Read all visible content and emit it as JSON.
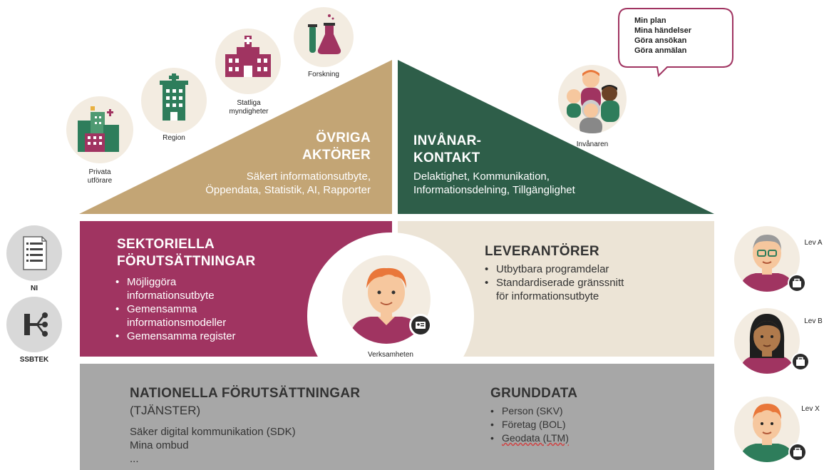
{
  "top_left": {
    "title_line1": "ÖVRIGA",
    "title_line2": "AKTÖRER",
    "desc_line1": "Säkert informationsutbyte,",
    "desc_line2": "Öppendata, Statistik, AI, Rapporter"
  },
  "top_right": {
    "title_line1": "INVÅNAR-",
    "title_line2": "KONTAKT",
    "desc_line1": "Delaktighet, Kommunikation,",
    "desc_line2": "Informationsdelning, Tillgänglighet"
  },
  "actors": {
    "privata_line1": "Privata",
    "privata_line2": "utförare",
    "region": "Region",
    "statliga_line1": "Statliga",
    "statliga_line2": "myndigheter",
    "forskning": "Forskning",
    "invanaren": "Invånaren"
  },
  "speech_bubble": [
    "Min plan",
    "Mina händelser",
    "Göra ansökan",
    "Göra anmälan"
  ],
  "sektoriella": {
    "title_line1": "SEKTORIELLA",
    "title_line2": "FÖRUTSÄTTNINGAR",
    "items": [
      "Möjliggöra",
      "informationsutbyte",
      "Gemensamma",
      "informationsmodeller",
      "Gemensamma register"
    ]
  },
  "leverantorer": {
    "title": "LEVERANTÖRER",
    "items": [
      "Utbytbara programdelar",
      "Standardiserade gränssnitt",
      "för informationsutbyte"
    ]
  },
  "center": {
    "label": "Verksamheten"
  },
  "side_left": {
    "ni": "NI",
    "ssbtek": "SSBTEK"
  },
  "side_right": {
    "lev_a": "Lev A",
    "lev_b": "Lev B",
    "lev_x": "Lev X"
  },
  "nationella": {
    "title": "NATIONELLA FÖRUTSÄTTNINGAR",
    "subtitle": "(TJÄNSTER)",
    "lines": [
      "Säker digital kommunikation (SDK)",
      "Mina ombud",
      "..."
    ]
  },
  "grunddata": {
    "title": "GRUNDDATA",
    "items": [
      "Person (SKV)",
      "Företag (BOL)",
      "Geodata (LTM)"
    ]
  },
  "colors": {
    "tan": "#c3a575",
    "dark_green": "#2e5e49",
    "magenta": "#a03461",
    "beige": "#ece4d6",
    "gray": "#a7a7a7",
    "actor_circle": "#f3ece1"
  }
}
